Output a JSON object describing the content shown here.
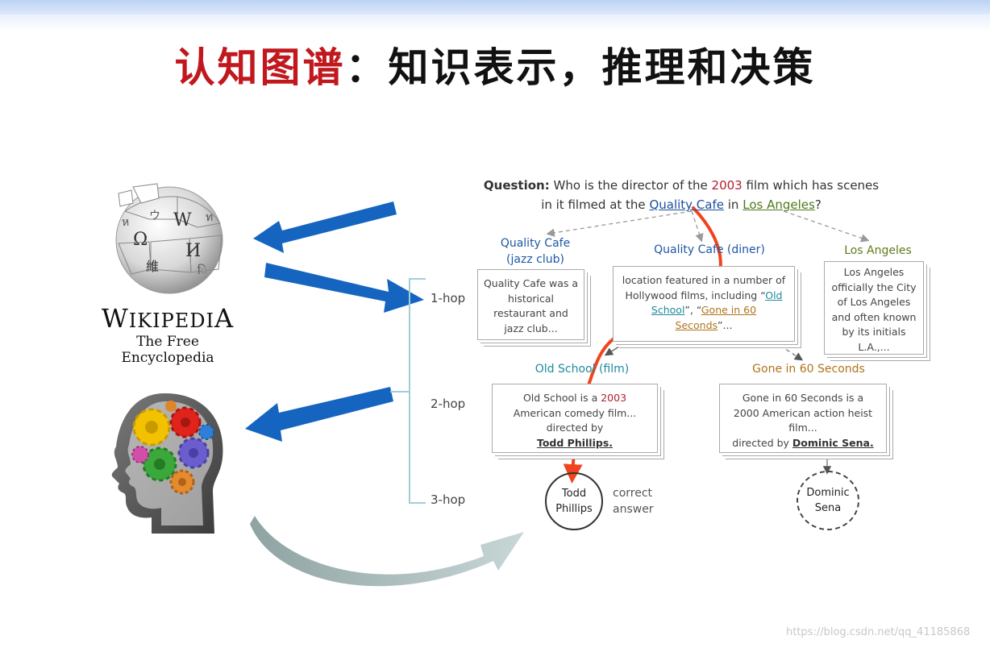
{
  "title": {
    "highlight": "认知图谱",
    "rest": "：知识表示，推理和决策"
  },
  "wikipedia": {
    "name_first": "W",
    "name_rest": "IKIPEDI",
    "name_last": "A",
    "subtitle": "The Free Encyclopedia",
    "globe_glyphs": [
      "Ω",
      "W",
      "И",
      "維",
      "ウ",
      "ท",
      "ห",
      "ि"
    ]
  },
  "hops": [
    "1-hop",
    "2-hop",
    "3-hop"
  ],
  "question": {
    "prefix": "Question:",
    "part1": "Who is the director of the",
    "year": "2003",
    "part2": "film which has scenes",
    "part3": "in it filmed at the",
    "entity1": "Quality Cafe",
    "part4": "in",
    "entity2": "Los Angeles",
    "part5": "?"
  },
  "entities": {
    "qc_jazz": {
      "line1": "Quality Cafe",
      "line2": "(jazz club)"
    },
    "qc_diner": "Quality Cafe (diner)",
    "los_angeles": "Los Angeles",
    "old_school": "Old School (film)",
    "gone60": "Gone in 60 Seconds"
  },
  "cards": {
    "qc_jazz": [
      "Quality Cafe was a",
      "historical",
      "restaurant and",
      "jazz club..."
    ],
    "qc_diner": {
      "l1": "location featured in a number of",
      "l2a": "Hollywood films, including “",
      "l2b": "Old",
      "l3a": "School",
      "l3b": "”, “",
      "l3c": "Gone in 60",
      "l4a": "Seconds",
      "l4b": "”..."
    },
    "los_angeles": [
      "Los Angeles",
      "officially the City",
      "of Los Angeles",
      "and often known",
      "by its initials",
      "L.A.,..."
    ],
    "old_school": {
      "l1a": "Old School is a ",
      "l1b": "2003",
      "l2": "American comedy film...",
      "l3": "directed by",
      "l4": "Todd Phillips."
    },
    "gone60": {
      "l1": "Gone in 60 Seconds is a",
      "l2": "2000 American action heist",
      "l3": "film...",
      "l4a": "directed by ",
      "l4b": "Dominic Sena."
    }
  },
  "answers": {
    "todd": {
      "line1": "Todd",
      "line2": "Phillips"
    },
    "dominic": {
      "line1": "Dominic",
      "line2": "Sena"
    },
    "correct": {
      "line1": "correct",
      "line2": "answer"
    }
  },
  "watermark": "https://blog.csdn.net/qq_41185868",
  "colors": {
    "arrow_blue": "#1565c0",
    "reasoning_path": "#f0451c",
    "title_red": "#c1181e",
    "entity_blue": "#1e57a5",
    "entity_teal": "#1e8aa0",
    "entity_olive": "#5e7b19",
    "entity_orange": "#b0731a"
  }
}
